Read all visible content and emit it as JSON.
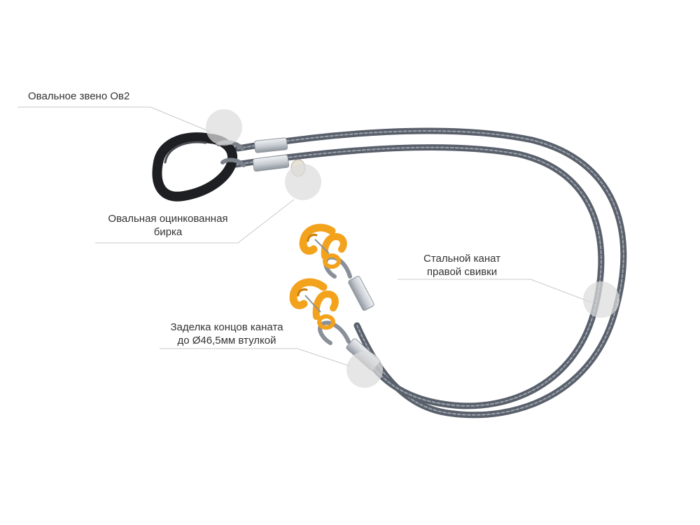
{
  "callouts": {
    "oval_link": {
      "lines": [
        "Овальное звено Ов2"
      ]
    },
    "tag": {
      "lines": [
        "Овальная оцинкованная",
        "бирка"
      ]
    },
    "rope": {
      "lines": [
        "Стальной канат",
        "правой свивки"
      ]
    },
    "termination": {
      "lines": [
        "Заделка концов каната",
        "до Ø46,5мм втулкой"
      ]
    }
  },
  "colors": {
    "rope": "#59606b",
    "rope_highlight": "#9ba3ad",
    "link": "#1e1f22",
    "sleeve": "#c9ced4",
    "hook": "#f3a21c",
    "hook_shadow": "#c97d0c",
    "tag": "#e7e2d6",
    "marker": "#dcdcdc",
    "leader": "#c8c8c8",
    "text": "#333333"
  }
}
